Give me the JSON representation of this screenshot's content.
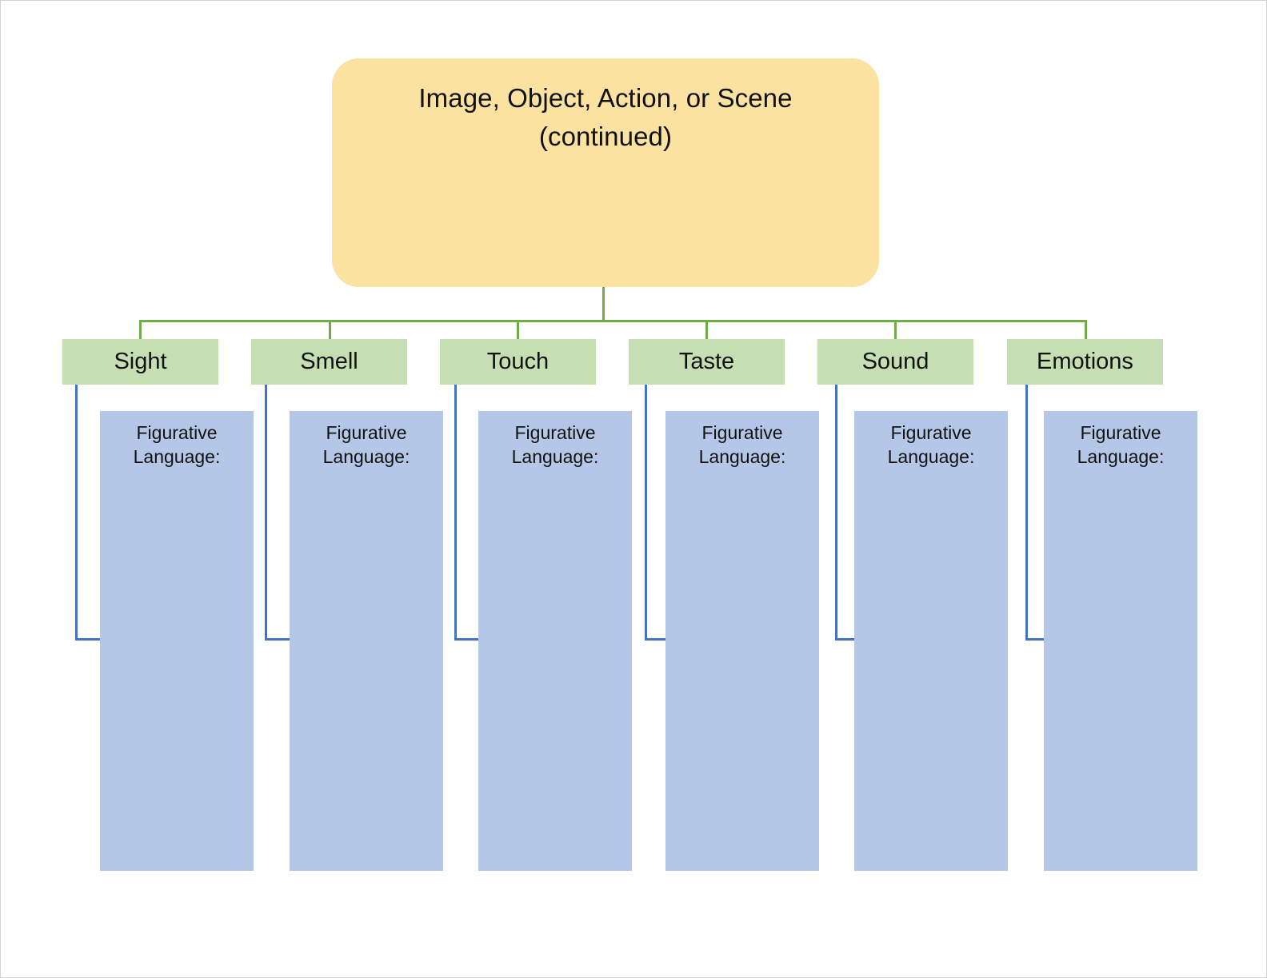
{
  "diagram": {
    "type": "tree",
    "root": {
      "label": "Image, Object, Action, or Scene\n(continued)",
      "fill_color": "#FBE2A0"
    },
    "connector_colors": {
      "root_to_category": "#70AD47",
      "category_to_note": "#4472C4"
    },
    "category_fill_color": "#C6DFB2",
    "note_fill_color": "#B4C7E7",
    "note_label": "Figurative\nLanguage:",
    "categories": [
      {
        "label": "Sight",
        "note": "Figurative\nLanguage:"
      },
      {
        "label": "Smell",
        "note": "Figurative\nLanguage:"
      },
      {
        "label": "Touch",
        "note": "Figurative\nLanguage:"
      },
      {
        "label": "Taste",
        "note": "Figurative\nLanguage:"
      },
      {
        "label": "Sound",
        "note": "Figurative\nLanguage:"
      },
      {
        "label": "Emotions",
        "note": "Figurative\nLanguage:"
      }
    ]
  }
}
